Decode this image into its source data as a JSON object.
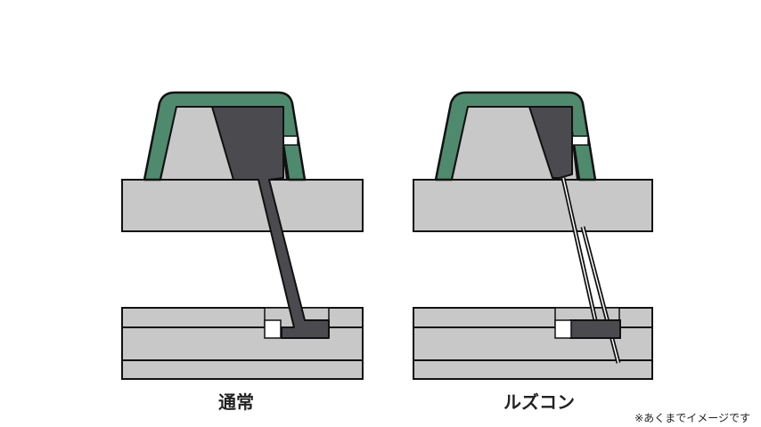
{
  "captions": {
    "left": "通常",
    "right": "ルズコン"
  },
  "note": "※あくまでイメージです",
  "colors": {
    "cap_gray": "#c8c8c8",
    "cap_border_green": "#4f8a6e",
    "mold_dark": "#4b4a4f",
    "outline": "#111111",
    "background": "#ffffff"
  }
}
